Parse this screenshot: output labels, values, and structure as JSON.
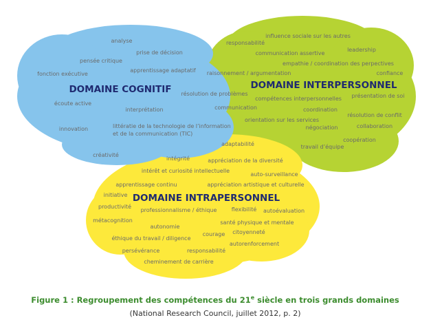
{
  "colors": {
    "cognitive": "#86c4ec",
    "interpersonal": "#b6d333",
    "intrapersonal": "#fde93b",
    "title": "#1f2a70",
    "caption": "#3c8c2e"
  },
  "cognitive": {
    "title": "DOMAINE COGNITIF",
    "items": [
      "analyse",
      "prise de décision",
      "pensée critique",
      "apprentissage adaptatif",
      "fonction exécutive",
      "écoute active",
      "interprétation",
      "innovation",
      "littératie de la technologie de l’information",
      "et de la communication (TIC)",
      "créativité"
    ]
  },
  "interpersonal": {
    "title": "DOMAINE INTERPERSONNEL",
    "items": [
      "responsabilité",
      "influence sociale sur les autres",
      "communication assertive",
      "leadership",
      "empathie / coordination des perpectives",
      "confiance",
      "raisonnement / argumentation",
      "résolution de problèmes",
      "compétences interpersonnelles",
      "présentation de soi",
      "communication",
      "coordination",
      "résolution de conflit",
      "orientation sur les services",
      "négociation",
      "collaboration",
      "coopération",
      "travail d’équipe"
    ]
  },
  "intrapersonal": {
    "title": "DOMAINE INTRAPERSONNEL",
    "items": [
      "adaptabilité",
      "intégrité",
      "appréciation de la diversité",
      "intérêt et curiosité intellectuelle",
      "auto-surveillance",
      "apprentissage continu",
      "appréciation artistique et culturelle",
      "initiative",
      "productivité",
      "professionnalisme / éthique",
      "flexibilité",
      "autoévaluation",
      "métacognition",
      "autonomie",
      "santé physique et mentale",
      "courage",
      "citoyenneté",
      "éthique du travail / diligence",
      "autorenforcement",
      "persévérance",
      "responsabilité",
      "cheminement de carrière"
    ]
  },
  "caption": {
    "title": "Figure 1 : Regroupement des compétences du 21",
    "superscript": "e",
    "title_end": " siècle en trois grands domaines",
    "source": "(National Research Council, juillet 2012, p. 2)"
  }
}
